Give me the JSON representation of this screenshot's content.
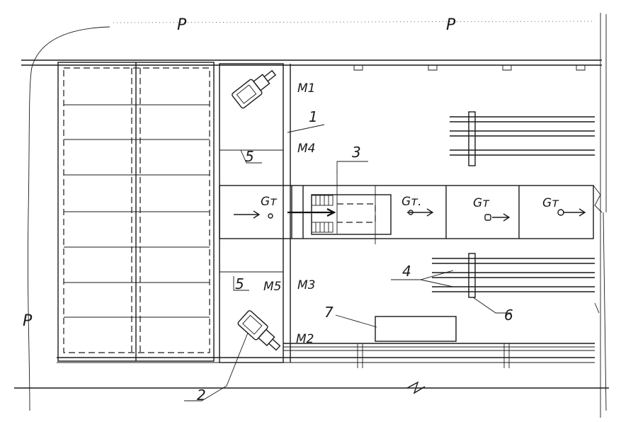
{
  "labels": {
    "p_top_left": "P",
    "p_top_right": "P",
    "p_left": "P",
    "m1": "M1",
    "m2": "M2",
    "m3": "M3",
    "m4": "M4",
    "m5": "M5",
    "gt_1": "Gт",
    "gt_2": "Gт.",
    "gt_3": "Gт",
    "gt_4": "Gт"
  },
  "callouts": {
    "n1": "1",
    "n2": "2",
    "n3": "3",
    "n4": "4",
    "n5_upper": "5",
    "n5_lower": "5",
    "n6": "6",
    "n7": "7"
  }
}
